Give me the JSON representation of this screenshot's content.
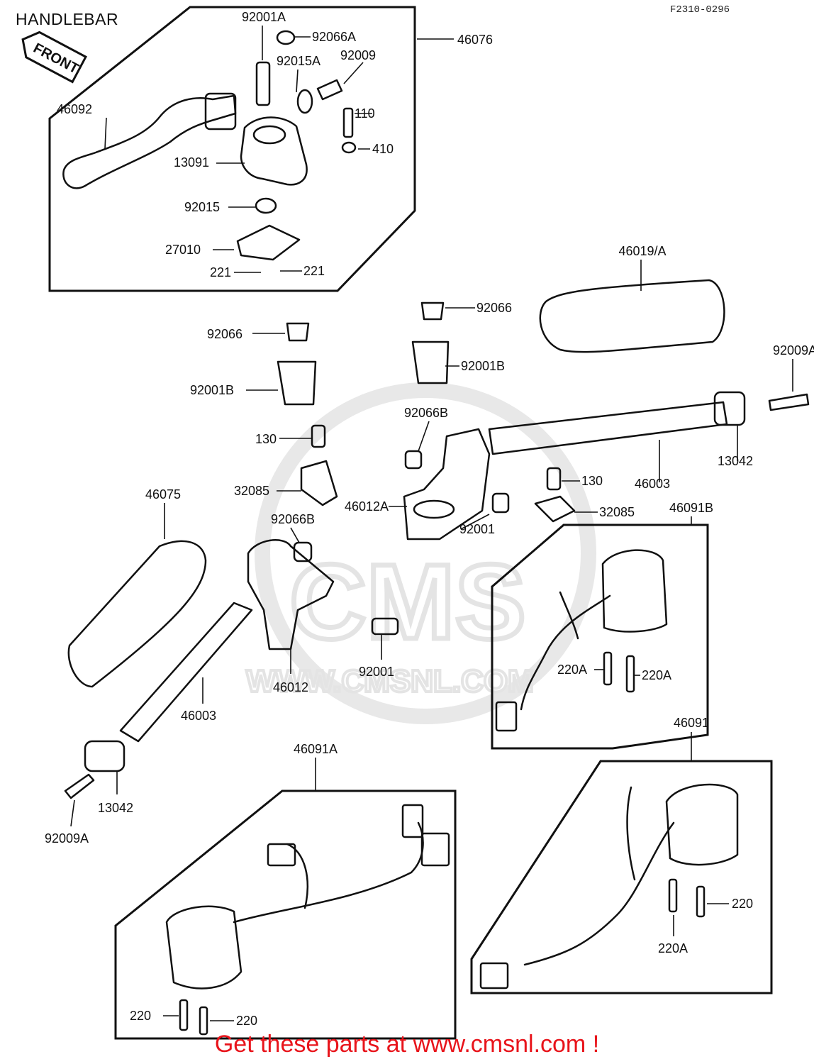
{
  "title": "HANDLEBAR",
  "figure_number": "F2310-0296",
  "front_badge": "FRONT",
  "watermark": {
    "logo": "CMS",
    "url": "WWW.CMSNL.COM"
  },
  "footer_text": "Get these parts at www.cmsnl.com !",
  "colors": {
    "ink": "#111111",
    "footer": "#e8141b",
    "watermark": "#e4e4e4"
  },
  "labels": [
    "92001A",
    "92066A",
    "92015A",
    "92009",
    "46076",
    "46092",
    "110",
    "410",
    "13091",
    "92015",
    "27010",
    "221",
    "221",
    "46019/A",
    "92066",
    "92066",
    "92001B",
    "92001B",
    "92009A",
    "92066B",
    "130",
    "46003",
    "13042",
    "32085",
    "46012A",
    "92001",
    "130",
    "32085",
    "46075",
    "92066B",
    "46091B",
    "46012",
    "92001",
    "220A",
    "220A",
    "46003",
    "46091",
    "46091A",
    "13042",
    "92009A",
    "220",
    "220A",
    "220",
    "220"
  ]
}
